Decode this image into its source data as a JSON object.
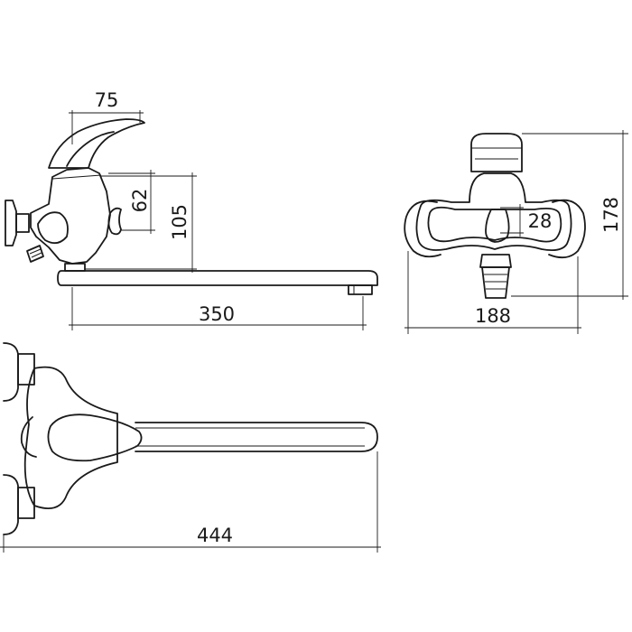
{
  "dimensions": {
    "handle_reach": "75",
    "handle_height": "62",
    "body_height": "105",
    "spout_length": "350",
    "front_width": "188",
    "front_height": "178",
    "handle_width": "28",
    "top_overall_length": "444"
  },
  "colors": {
    "stroke": "#1a1a1a",
    "background": "#ffffff"
  }
}
